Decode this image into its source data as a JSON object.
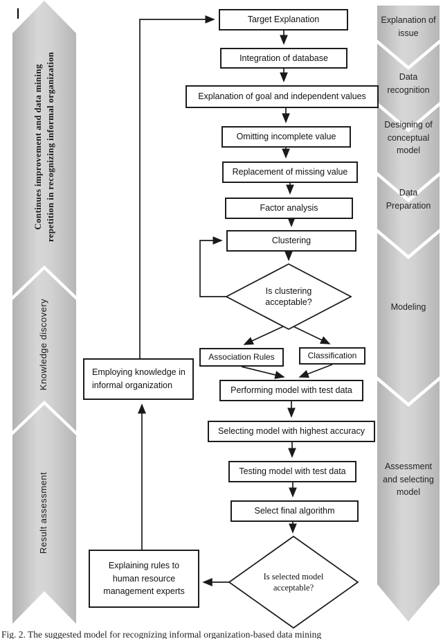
{
  "figure": {
    "caption": "Fig. 2. The suggested model for recognizing informal organization-based data mining"
  },
  "left_column": {
    "segments": [
      {
        "line1": "Continues improvement and data mining",
        "line2": "repetition in recognizing informal organization"
      },
      {
        "label": "Knowledge discovery"
      },
      {
        "label": "Result assessment"
      }
    ]
  },
  "right_column": {
    "segments": [
      {
        "label": "Explanation of issue"
      },
      {
        "label": "Data recognition"
      },
      {
        "label": "Designing of conceptual model"
      },
      {
        "label": "Data Preparation"
      },
      {
        "label": "Modeling"
      },
      {
        "label": "Assessment and selecting model"
      }
    ]
  },
  "flow": {
    "boxes": [
      {
        "label": "Target Explanation"
      },
      {
        "label": "Integration of database"
      },
      {
        "label": "Explanation of goal and independent values"
      },
      {
        "label": "Omitting incomplete value"
      },
      {
        "label": "Replacement of missing value"
      },
      {
        "label": "Factor analysis"
      },
      {
        "label": "Clustering"
      },
      {
        "label": "Association Rules"
      },
      {
        "label": "Classification"
      },
      {
        "label": "Performing model with test data"
      },
      {
        "label": "Selecting model with highest accuracy"
      },
      {
        "label": "Testing model with test data"
      },
      {
        "label": "Select final algorithm"
      },
      {
        "label": "Explaining rules to human resource management experts"
      },
      {
        "label": "Employing knowledge in informal organization"
      }
    ],
    "decisions": [
      {
        "label": "Is clustering acceptable?"
      },
      {
        "label": "Is selected model acceptable?"
      }
    ]
  },
  "colors": {
    "panel_gray": "#c9c9c9",
    "line_black": "#1a1a1a",
    "box_bg": "#ffffff"
  }
}
